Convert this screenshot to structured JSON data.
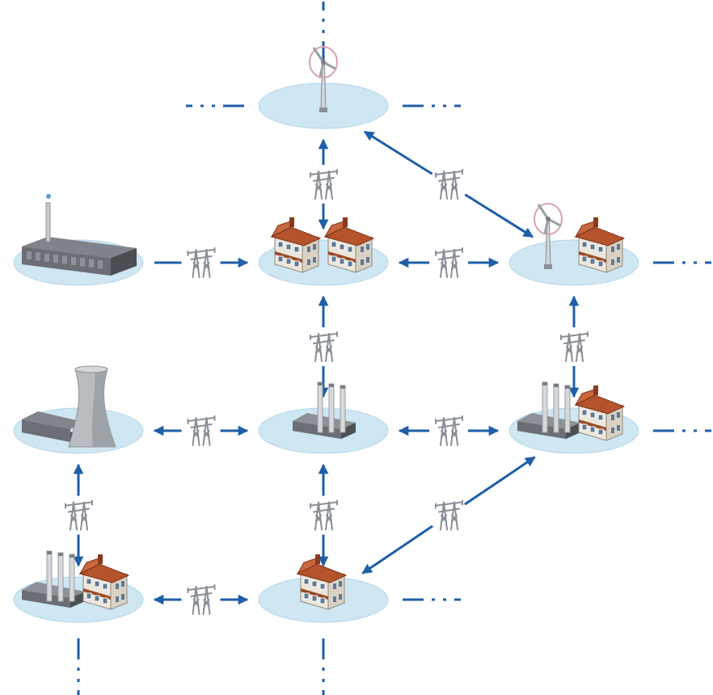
{
  "colors": {
    "background": "#ffffff",
    "node_fill": "#cfe6f3",
    "node_edge": "#b3d6ea",
    "arrow": "#1f5ea8",
    "pylon": "#8a8f96",
    "building_gray": "#6b6f75",
    "roof_red": "#b4532c",
    "wall_cream": "#ece6da"
  },
  "nodes": [
    {
      "id": "n-wind-top",
      "row": 0,
      "col": 1,
      "icons": [
        "wind-turbine-icon"
      ]
    },
    {
      "id": "n-factory",
      "row": 1,
      "col": 0,
      "icons": [
        "factory-icon"
      ]
    },
    {
      "id": "n-houses",
      "row": 1,
      "col": 1,
      "icons": [
        "house-icon",
        "house-icon"
      ]
    },
    {
      "id": "n-wind-house",
      "row": 1,
      "col": 2,
      "icons": [
        "wind-turbine-icon",
        "house-icon"
      ]
    },
    {
      "id": "n-nuclear",
      "row": 2,
      "col": 0,
      "icons": [
        "cooling-tower-icon"
      ]
    },
    {
      "id": "n-power-plant",
      "row": 2,
      "col": 1,
      "icons": [
        "power-plant-icon"
      ]
    },
    {
      "id": "n-plant-house-right",
      "row": 2,
      "col": 2,
      "icons": [
        "power-plant-icon",
        "house-icon"
      ]
    },
    {
      "id": "n-plant-house-left",
      "row": 3,
      "col": 0,
      "icons": [
        "power-plant-icon",
        "house-icon"
      ]
    },
    {
      "id": "n-house-bottom",
      "row": 3,
      "col": 1,
      "icons": [
        "house-icon"
      ]
    }
  ],
  "links": [
    {
      "from": "n-factory",
      "to": "n-houses",
      "direction": "forward"
    },
    {
      "from": "n-houses",
      "to": "n-wind-house",
      "direction": "both"
    },
    {
      "from": "n-wind-top",
      "to": "n-houses",
      "direction": "both"
    },
    {
      "from": "n-wind-top",
      "to": "n-wind-house",
      "direction": "both"
    },
    {
      "from": "n-houses",
      "to": "n-power-plant",
      "direction": "both"
    },
    {
      "from": "n-wind-house",
      "to": "n-plant-house-right",
      "direction": "both"
    },
    {
      "from": "n-nuclear",
      "to": "n-power-plant",
      "direction": "both"
    },
    {
      "from": "n-power-plant",
      "to": "n-plant-house-right",
      "direction": "both"
    },
    {
      "from": "n-nuclear",
      "to": "n-plant-house-left",
      "direction": "both"
    },
    {
      "from": "n-power-plant",
      "to": "n-house-bottom",
      "direction": "both"
    },
    {
      "from": "n-plant-house-left",
      "to": "n-house-bottom",
      "direction": "both"
    },
    {
      "from": "n-house-bottom",
      "to": "n-plant-house-right",
      "direction": "both"
    }
  ],
  "continuations": [
    {
      "node": "n-wind-top",
      "side": "top"
    },
    {
      "node": "n-wind-top",
      "side": "left"
    },
    {
      "node": "n-wind-top",
      "side": "right"
    },
    {
      "node": "n-wind-house",
      "side": "right"
    },
    {
      "node": "n-plant-house-right",
      "side": "right"
    },
    {
      "node": "n-house-bottom",
      "side": "right"
    },
    {
      "node": "n-plant-house-left",
      "side": "bottom"
    },
    {
      "node": "n-house-bottom",
      "side": "bottom"
    }
  ]
}
